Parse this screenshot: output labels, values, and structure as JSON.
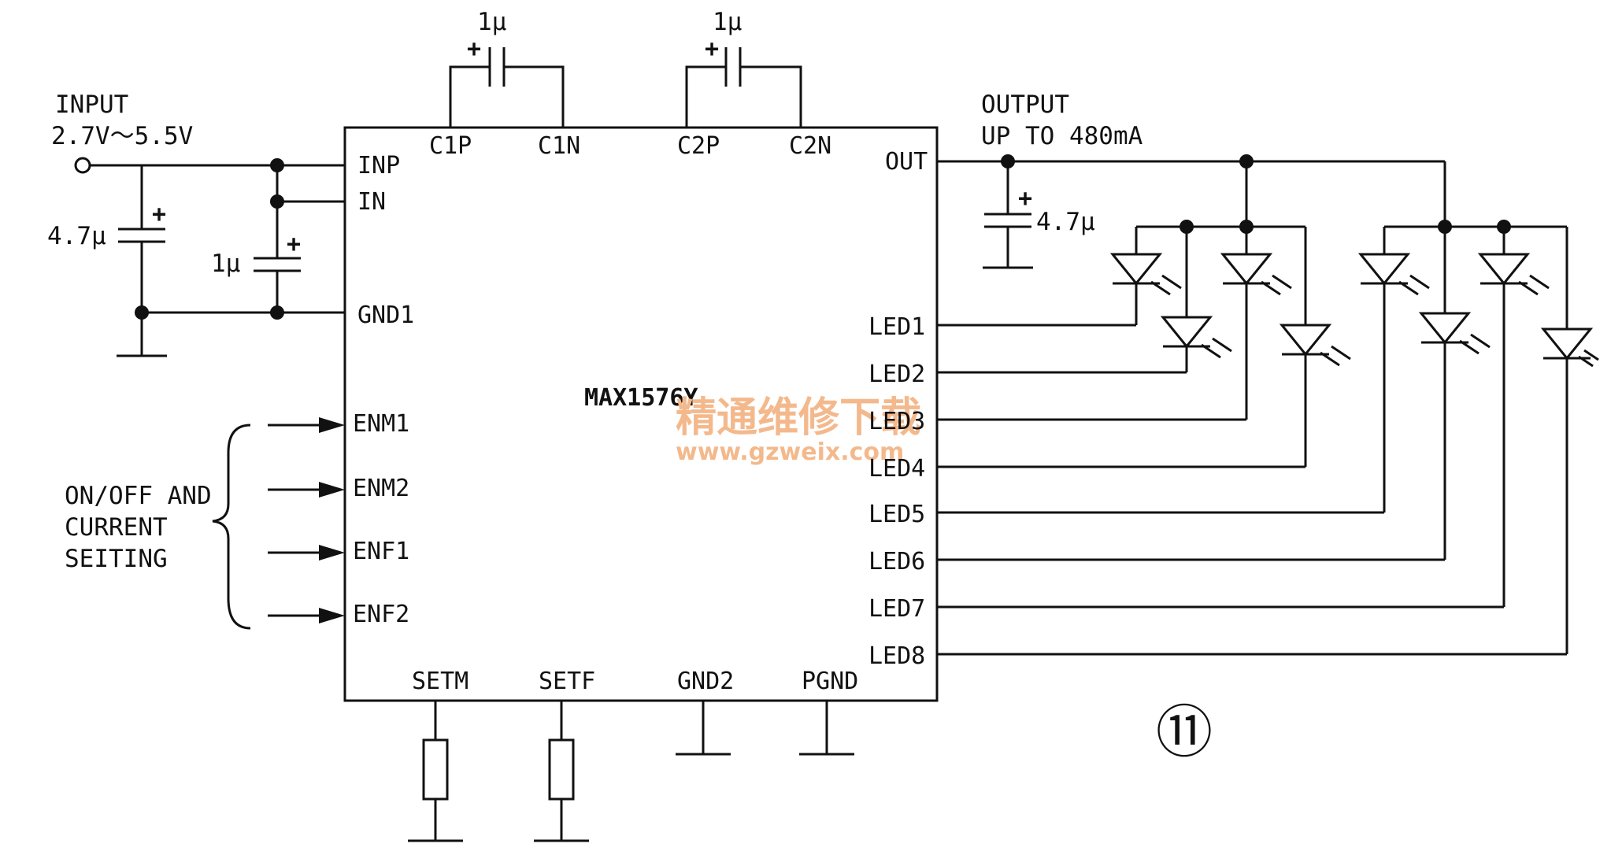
{
  "input": {
    "label": "INPUT",
    "range": "2.7V～5.5V"
  },
  "output": {
    "label": "OUTPUT",
    "current": "UP TO 480mA"
  },
  "chip": {
    "name": "MAX1576Y",
    "pins_left": [
      "INP",
      "IN",
      "GND1",
      "ENM1",
      "ENM2",
      "ENF1",
      "ENF2"
    ],
    "pins_top": [
      "C1P",
      "C1N",
      "C2P",
      "C2N"
    ],
    "pins_right": [
      "OUT",
      "LED1",
      "LED2",
      "LED3",
      "LED4",
      "LED5",
      "LED6",
      "LED7",
      "LED8"
    ],
    "pins_bottom": [
      "SETM",
      "SETF",
      "GND2",
      "PGND"
    ]
  },
  "capacitors": {
    "c1": "1μ",
    "c2": "1μ",
    "input_cap": "4.7μ",
    "in_cap": "1μ",
    "output_cap": "4.7μ"
  },
  "control_note": [
    "ON/OFF AND",
    "CURRENT",
    "SEITING"
  ],
  "figure_number": "⑪",
  "watermark": {
    "line1": "精通维修下载",
    "line2": "www.gzweix.com"
  }
}
